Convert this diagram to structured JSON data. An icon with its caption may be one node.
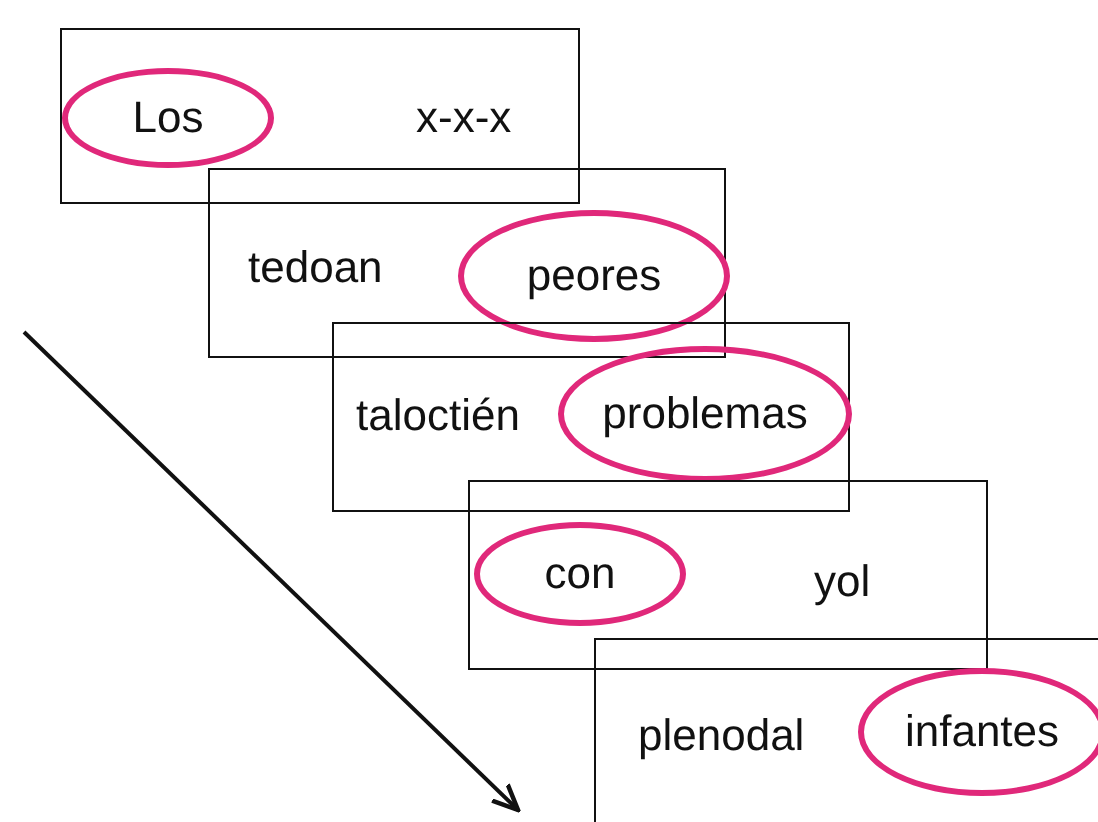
{
  "diagram": {
    "nodes": [
      {
        "text": [
          "x-x-x"
        ]
      },
      {
        "text": [
          "Los"
        ],
        "in": 0
      },
      {
        "text": [
          "tedoan"
        ]
      },
      {
        "text": [
          "peores"
        ],
        "in": 2
      },
      {
        "text": [
          "taloctién"
        ]
      },
      {
        "text": [
          "problemas"
        ],
        "in": 4
      },
      {
        "text": [
          "yol"
        ]
      },
      {
        "text": [
          "con"
        ],
        "in": 6
      },
      {
        "text": [
          "plenodal"
        ]
      },
      {
        "text": [
          "infantes"
        ],
        "in": 8
      }
    ]
  }
}
